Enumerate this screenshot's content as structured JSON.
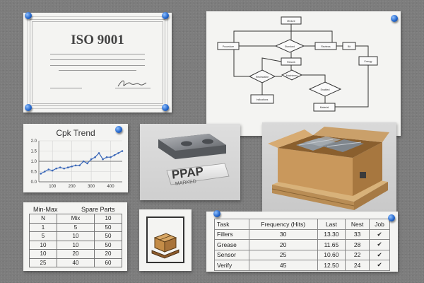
{
  "certificate": {
    "title": "ISO 9001"
  },
  "flowchart": {
    "nodes": [
      "Mixture",
      "Procedure",
      "Standard",
      "Reviews",
      "Bit",
      "Energy",
      "Rework",
      "Reviewable",
      "Indications",
      "Machinery",
      "Enabled",
      "Material"
    ]
  },
  "cpk_trend": {
    "title": "Cpk Trend",
    "chart_data": {
      "type": "line",
      "title": "Cpk Trend",
      "x_ticks": [
        "100",
        "200",
        "300",
        "400"
      ],
      "y_ticks": [
        "0.0",
        "0.5",
        "1.0",
        "1.5",
        "2.0"
      ],
      "ylim": [
        0,
        2
      ],
      "xlim": [
        30,
        460
      ],
      "x": [
        40,
        60,
        80,
        100,
        120,
        140,
        160,
        180,
        200,
        220,
        240,
        260,
        280,
        300,
        320,
        340,
        360,
        380,
        400,
        420,
        440,
        460
      ],
      "y": [
        0.4,
        0.5,
        0.6,
        0.55,
        0.65,
        0.7,
        0.65,
        0.7,
        0.75,
        0.8,
        0.8,
        1.0,
        0.9,
        1.1,
        1.2,
        1.4,
        1.1,
        1.2,
        1.2,
        1.3,
        1.4,
        1.5
      ],
      "reference_line": 1.0,
      "series_color": "#3a67b8",
      "grid": true
    }
  },
  "ppap_plate": {
    "label": "PPAP",
    "sublabel": "MARKED"
  },
  "min_max": {
    "heading_left": "Min-Max",
    "heading_right": "Spare Parts",
    "rows": [
      [
        "N",
        "Mix",
        "10"
      ],
      [
        "1",
        "5",
        "50"
      ],
      [
        "5",
        "10",
        "50"
      ],
      [
        "10",
        "10",
        "50"
      ],
      [
        "10",
        "20",
        "20"
      ],
      [
        "25",
        "40",
        "60"
      ]
    ]
  },
  "tasks": {
    "headers": [
      "Task",
      "Frequency (Hits)",
      "Last",
      "Nest",
      "Job"
    ],
    "rows": [
      {
        "task": "Fillers",
        "frequency": "30",
        "last": "13.30",
        "nest": "33",
        "job": "✔"
      },
      {
        "task": "Grease",
        "frequency": "20",
        "last": "11.65",
        "nest": "28",
        "job": "✔"
      },
      {
        "task": "Sensor",
        "frequency": "25",
        "last": "10.60",
        "nest": "22",
        "job": "✔"
      },
      {
        "task": "Verify",
        "frequency": "45",
        "last": "12.50",
        "nest": "24",
        "job": "✔"
      }
    ]
  },
  "colors": {
    "board": "#7d7d7d",
    "pin": "#1f62c8",
    "paper": "#f4f4f2",
    "cardboard": "#c89a62"
  }
}
